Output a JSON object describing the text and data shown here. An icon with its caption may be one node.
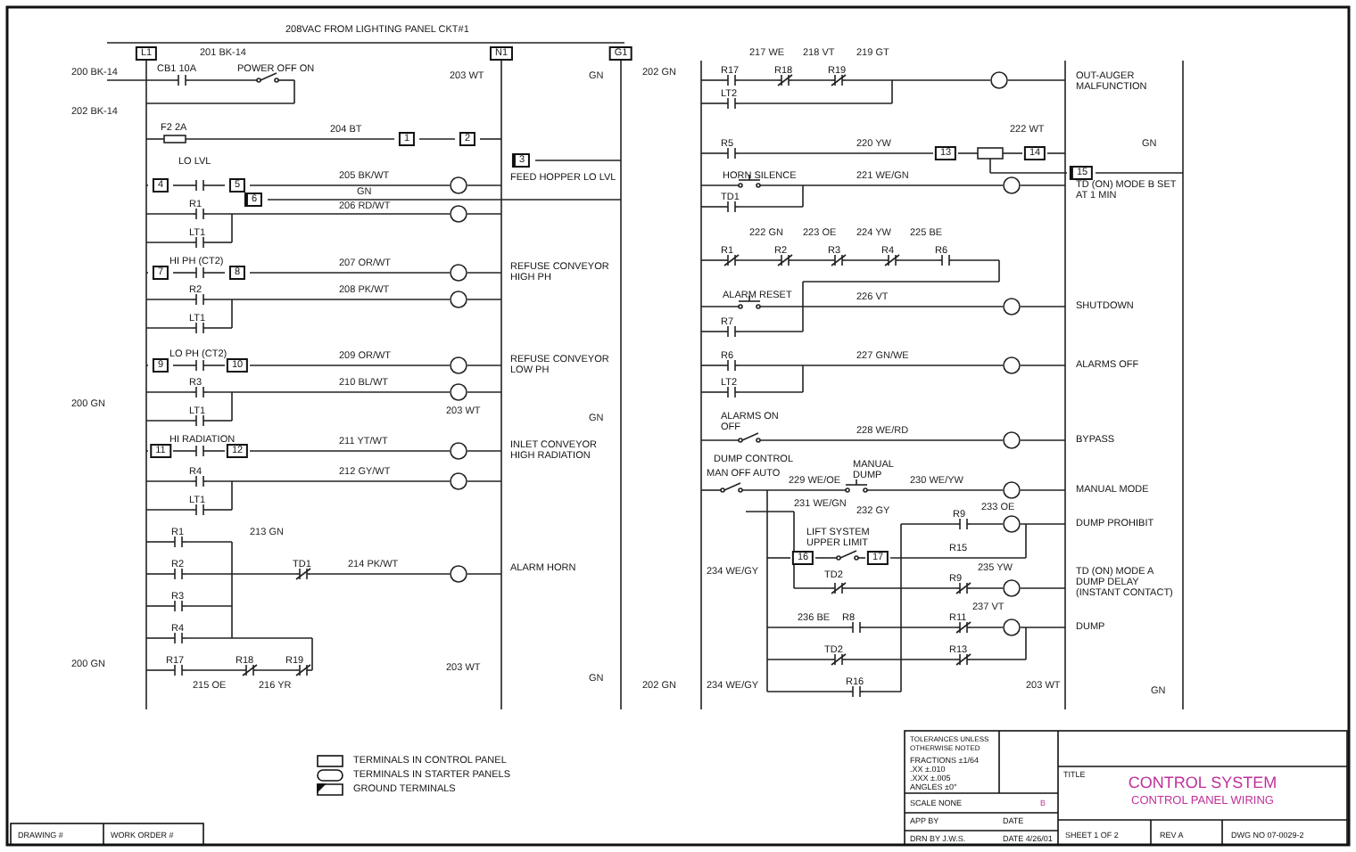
{
  "diagram": {
    "labels": [
      "208VAC FROM LIGHTING PANEL CKT#1",
      "L1",
      "N1",
      "G1",
      "200 BK-14",
      "CB1 10A",
      "201 BK-14",
      "POWER OFF ON",
      "202 BK-14",
      "203 WT",
      "GN",
      "F2 2A",
      "204 BT",
      "1",
      "2",
      "LO LVL",
      "3",
      "4",
      "5",
      "205 BK/WT",
      "FEED HOPPER LO LVL",
      "GN",
      "R1",
      "6",
      "206 RD/WT",
      "LT1",
      "HI PH (CT2)",
      "7",
      "8",
      "207 OR/WT",
      "REFUSE CONVEYOR HIGH PH",
      "R2",
      "208 PK/WT",
      "LT1",
      "LO PH (CT2)",
      "9",
      "10",
      "209 OR/WT",
      "REFUSE CONVEYOR LOW PH",
      "R3",
      "210 BL/WT",
      "200 GN",
      "LT1",
      "203 WT",
      "GN",
      "HI RADIATION",
      "11",
      "12",
      "211 YT/WT",
      "INLET CONVEYOR HIGH RADIATION",
      "R4",
      "212 GY/WT",
      "LT1",
      "R1",
      "213 GN",
      "R2",
      "TD1",
      "214 PK/WT",
      "ALARM HORN",
      "R3",
      "R4",
      "R17",
      "R18",
      "R19",
      "200 GN",
      "215 OE",
      "216 YR",
      "203 WT",
      "GN",
      "202 GN",
      "R17",
      "217 WE",
      "R18",
      "218 VT",
      "R19",
      "219 GT",
      "OUT-AUGER MALFUNCTION",
      "LT2",
      "R5",
      "220 YW",
      "13",
      "222 WT",
      "14",
      "15",
      "GN",
      "HORN SILENCE",
      "221 WE/GN",
      "TD (ON) MODE B SET AT 1 MIN",
      "TD1",
      "222 GN",
      "R1",
      "R2",
      "223 OE",
      "R3",
      "224 YW",
      "R4",
      "225 BE",
      "R6",
      "ALARM RESET",
      "226 VT",
      "SHUTDOWN",
      "R7",
      "R6",
      "227 GN/WE",
      "ALARMS OFF",
      "LT2",
      "ALARMS ON OFF",
      "228 WE/RD",
      "BYPASS",
      "DUMP CONTROL",
      "MAN OFF AUTO",
      "229 WE/OE",
      "MANUAL DUMP",
      "230 WE/YW",
      "MANUAL MODE",
      "231 WE/GN",
      "232 GY",
      "R9",
      "233 OE",
      "DUMP PROHIBIT",
      "LIFT SYSTEM UPPER LIMIT",
      "16",
      "17",
      "R15",
      "234 WE/GY",
      "TD2",
      "R9",
      "235 YW",
      "TD (ON) MODE A DUMP DELAY (INSTANT CONTACT)",
      "236 BE",
      "R8",
      "R11",
      "237 VT",
      "DUMP",
      "TD2",
      "R13",
      "R16",
      "202 GN",
      "234 WE/GY",
      "203 WT",
      "GN",
      "DRAWING #",
      "WORK ORDER #",
      "TOLERANCES UNLESS OTHERWISE NOTED",
      "FRACTIONS ±1/64",
      ".XX ±.010",
      ".XXX ±.005",
      "ANGLES ±0°",
      "SCALE NONE",
      "B",
      "APP BY",
      "DATE",
      "DRN BY J.W.S.",
      "DATE 4/26/01",
      "TITLE",
      "CONTROL SYSTEM",
      "CONTROL PANEL WIRING",
      "SHEET 1 OF 2",
      "REV A",
      "DWG NO 07-0029-2"
    ],
    "legend": [
      {
        "text": "TERMINALS IN CONTROL PANEL"
      },
      {
        "text": "TERMINALS IN STARTER PANELS"
      },
      {
        "text": "GROUND TERMINALS"
      }
    ]
  }
}
